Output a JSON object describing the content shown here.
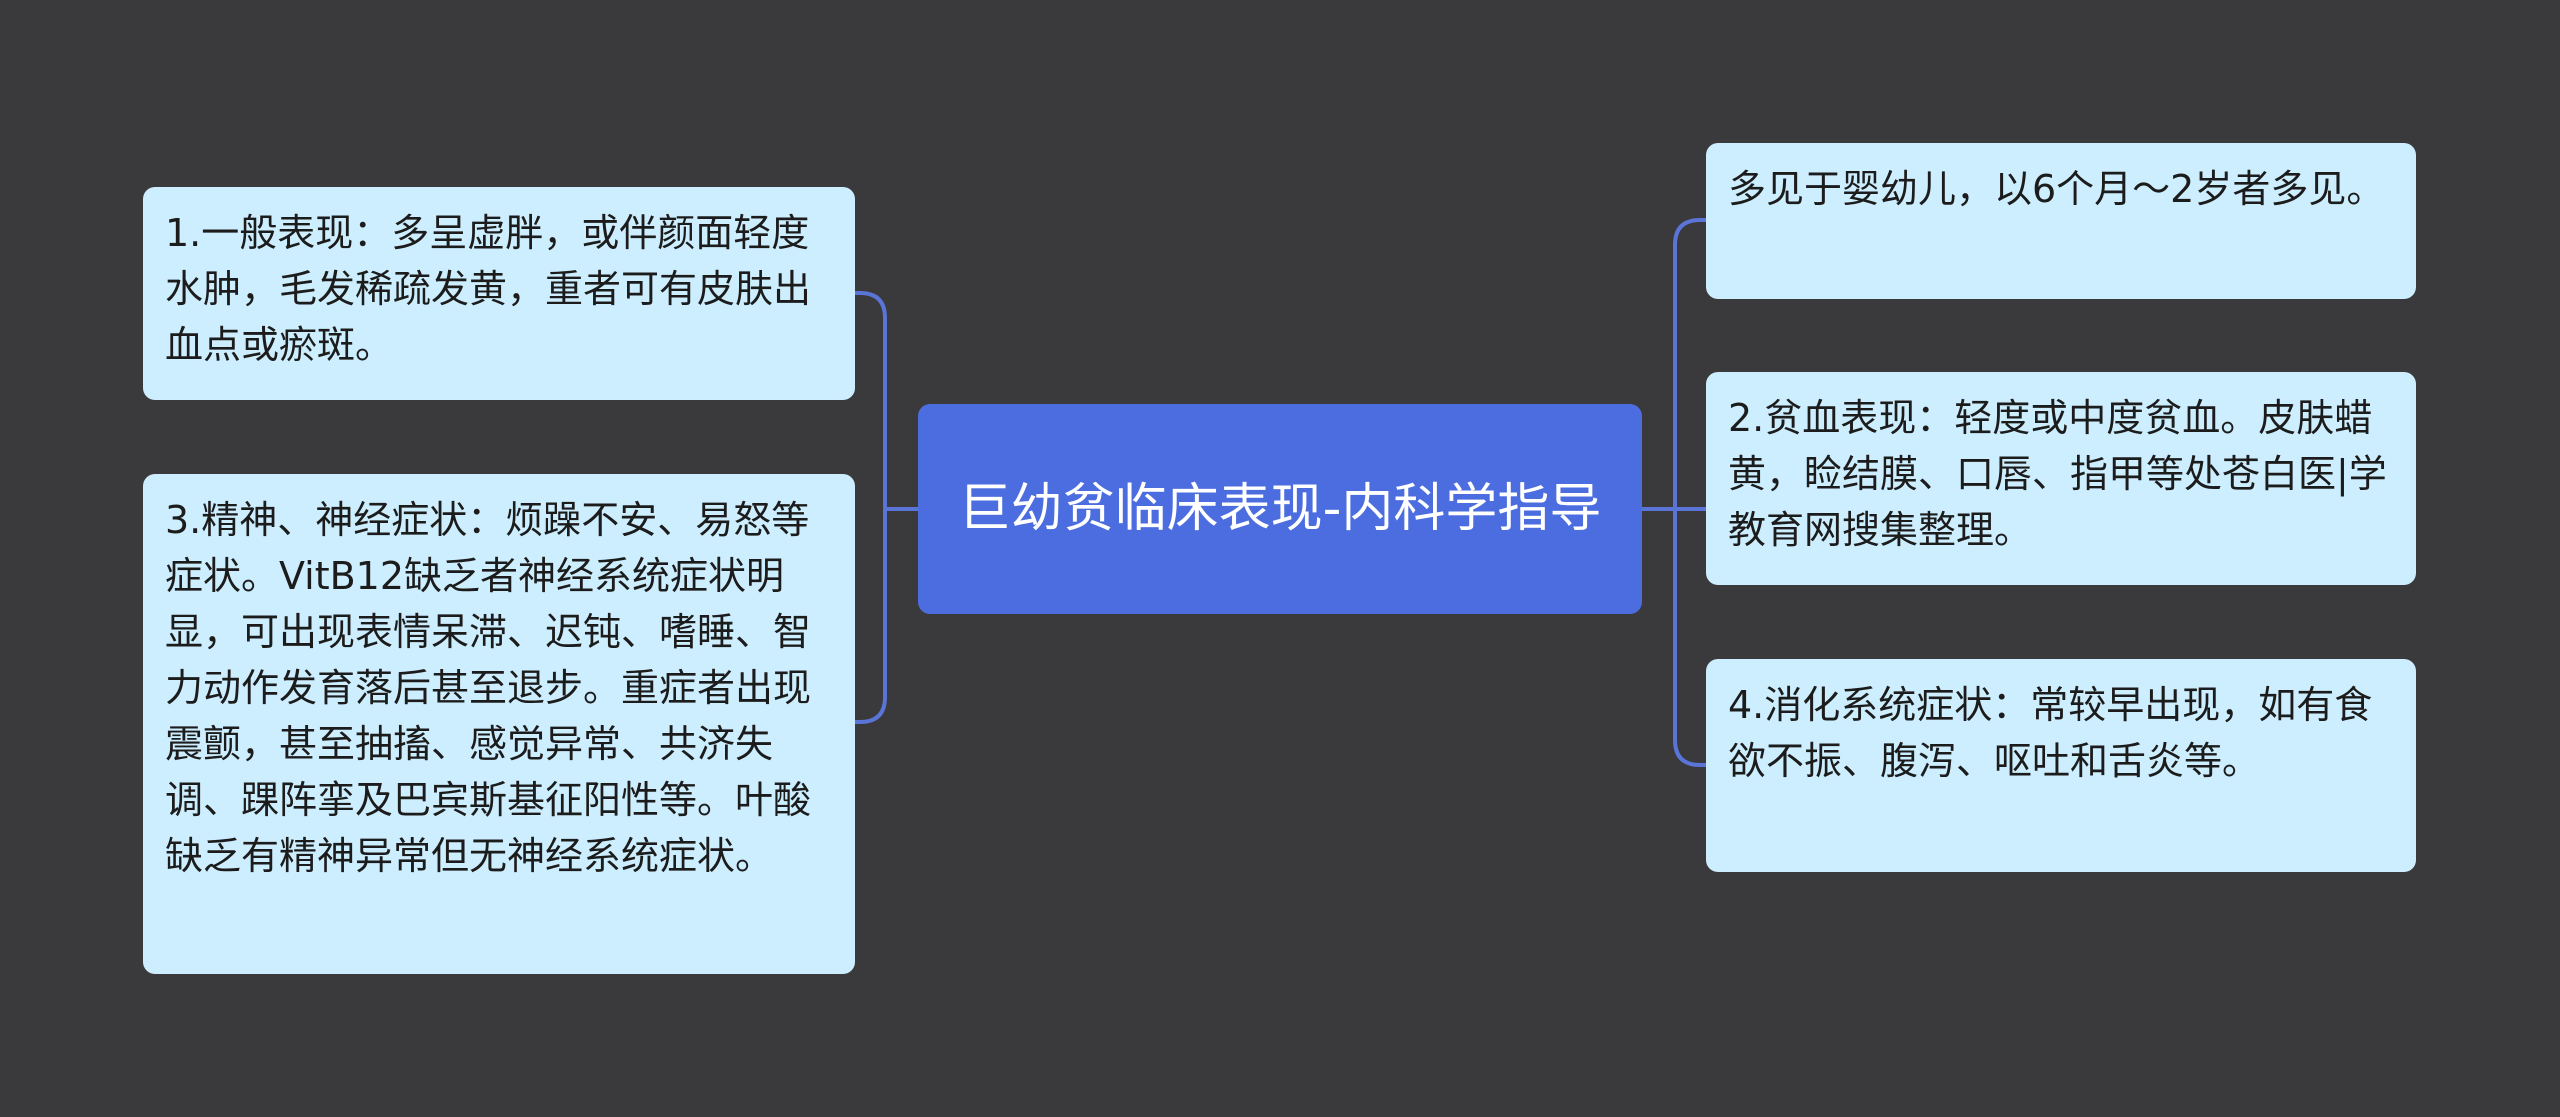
{
  "diagram": {
    "root": {
      "text": "巨幼贫临床表现-内科学指导",
      "fill": "#4c6ddf"
    },
    "left_nodes": [
      {
        "text": "1.一般表现：多呈虚胖，或伴颜面轻度水肿，毛发稀疏发黄，重者可有皮肤出血点或瘀斑。"
      },
      {
        "text": "3.精神、神经症状：烦躁不安、易怒等症状。VitB12缺乏者神经系统症状明显，可出现表情呆滞、迟钝、嗜睡、智力动作发育落后甚至退步。重症者出现震颤，甚至抽搐、感觉异常、共济失调、踝阵挛及巴宾斯基征阳性等。叶酸缺乏有精神异常但无神经系统症状。"
      }
    ],
    "right_nodes": [
      {
        "text": "多见于婴幼儿，以6个月～2岁者多见。"
      },
      {
        "text": "2.贫血表现：轻度或中度贫血。皮肤蜡黄，睑结膜、口唇、指甲等处苍白医|学教育网搜集整理。"
      },
      {
        "text": "4.消化系统症状：常较早出现，如有食欲不振、腹泻、呕吐和舌炎等。"
      }
    ],
    "colors": {
      "background": "#3a393b",
      "leaf_fill": "#cdeefe",
      "connector": "#5a74d8",
      "leaf_text": "#1c1c1c",
      "root_text": "#ffffff"
    }
  }
}
